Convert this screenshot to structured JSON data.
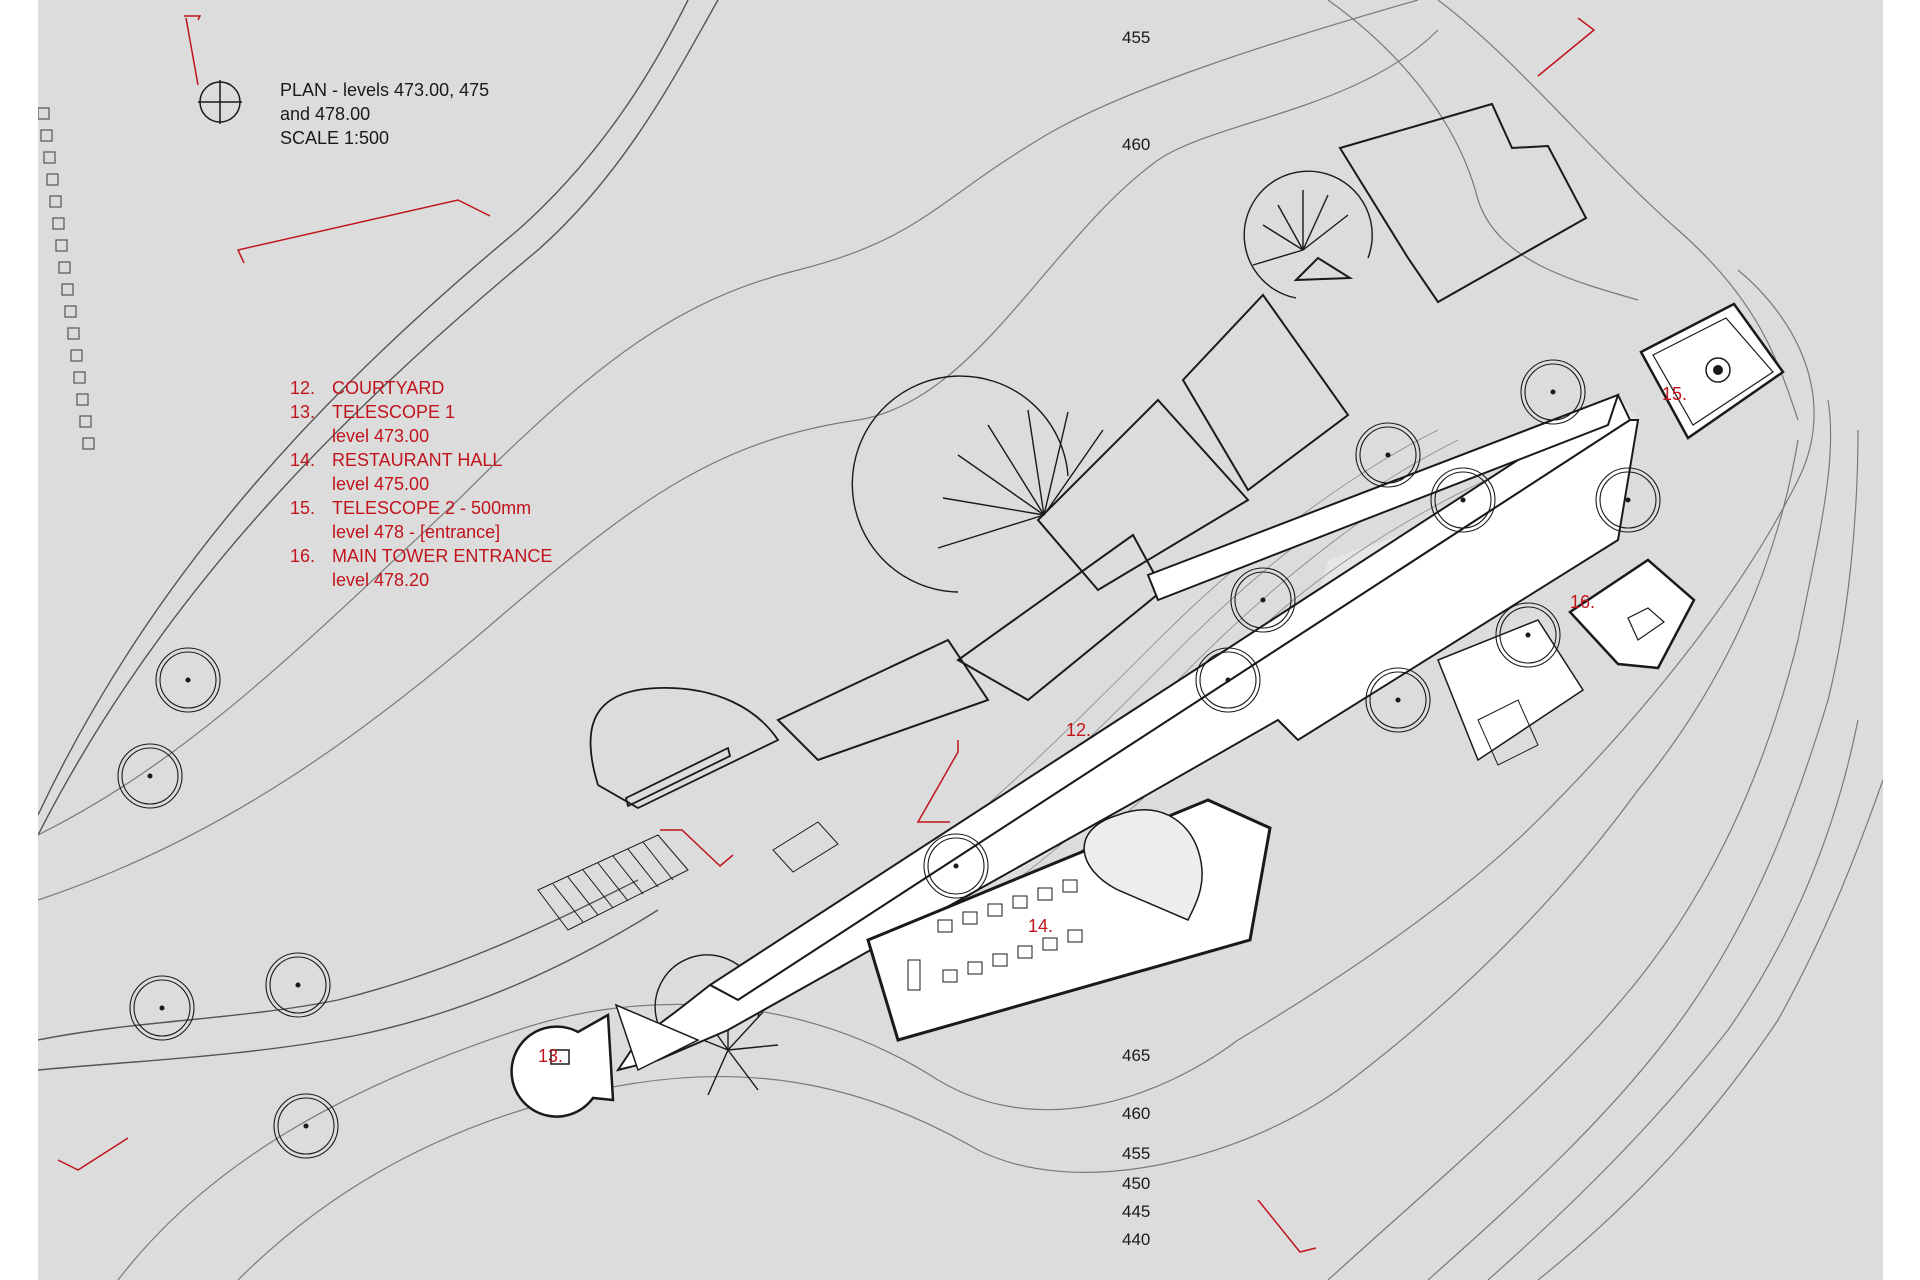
{
  "title": {
    "line1": "PLAN - levels 473.00, 475",
    "line2": "and 478.00",
    "scale": "SCALE 1:500"
  },
  "legend": [
    {
      "num": "12.",
      "label": "COURTYARD",
      "sub": ""
    },
    {
      "num": "13.",
      "label": "TELESCOPE 1",
      "sub": "level 473.00"
    },
    {
      "num": "14.",
      "label": "RESTAURANT HALL",
      "sub": "level 475.00"
    },
    {
      "num": "15.",
      "label": "TELESCOPE 2 - 500mm",
      "sub": "level 478 - [entrance]"
    },
    {
      "num": "16.",
      "label": "MAIN TOWER ENTRANCE",
      "sub": "level 478.20"
    }
  ],
  "tags": {
    "t12": "12.",
    "t13": "13.",
    "t14": "14.",
    "t15": "15.",
    "t16": "16."
  },
  "elevations": {
    "top": [
      "455",
      "460"
    ],
    "bottom": [
      "465",
      "460",
      "455",
      "450",
      "445",
      "440"
    ]
  },
  "colors": {
    "background": "#dcdcdd",
    "line": "#1a1a1a",
    "accent": "#c0141c",
    "fill": "#ffffff"
  },
  "icons": [
    "north-arrow-icon",
    "tree-symbol-icon",
    "spiral-stair-icon",
    "section-marker-icon"
  ]
}
